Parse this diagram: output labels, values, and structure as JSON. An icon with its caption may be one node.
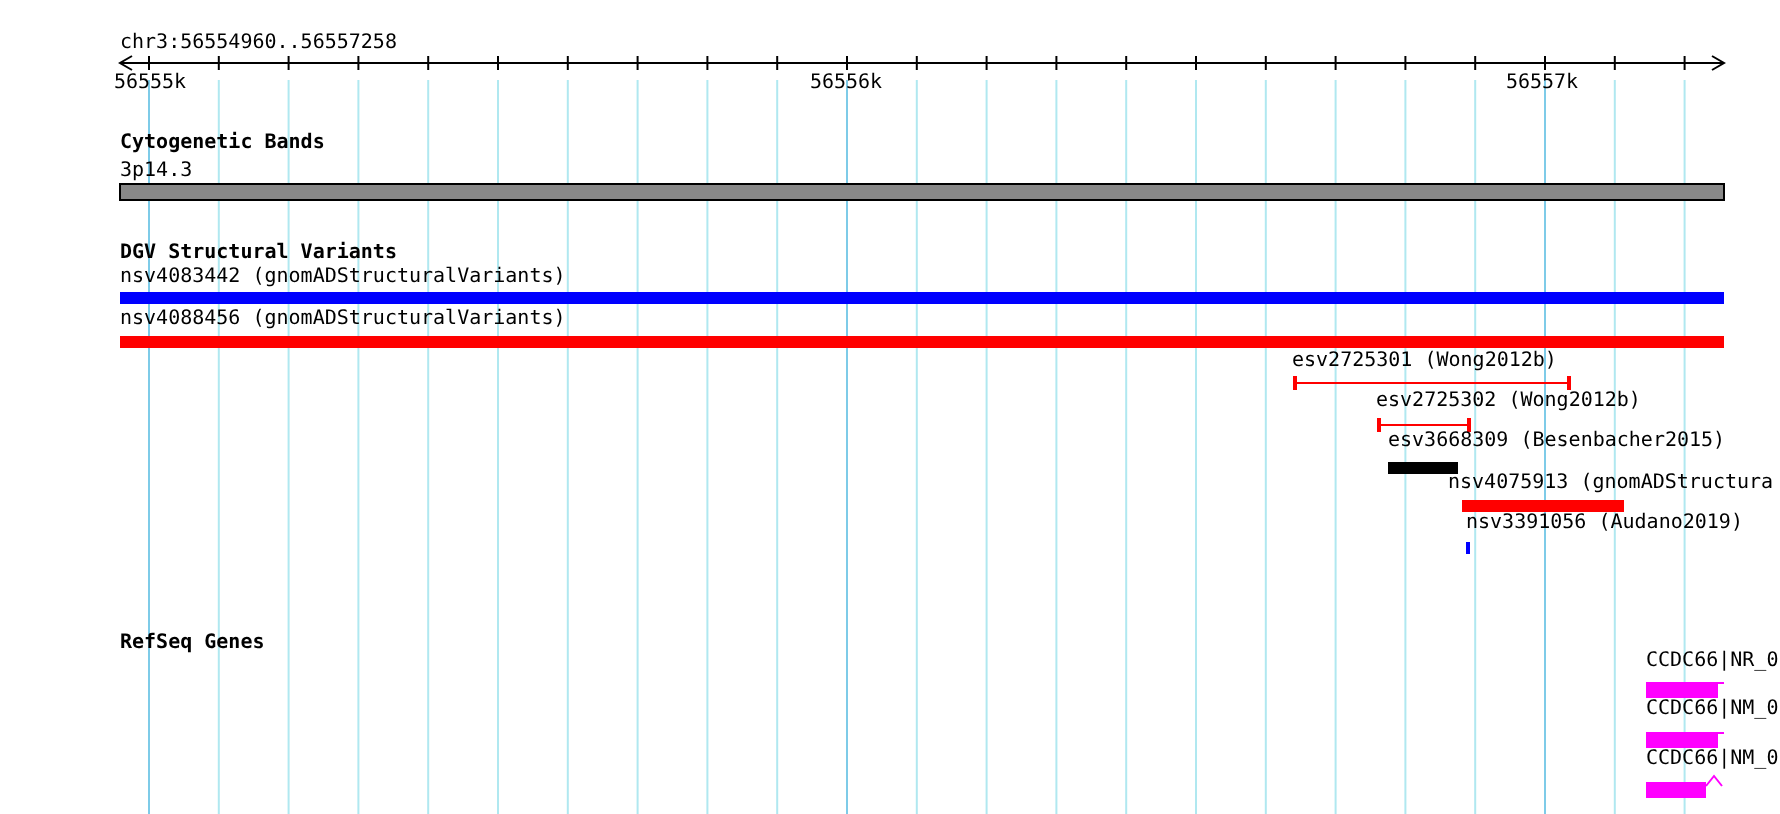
{
  "diagram": {
    "nodes": [
      {
        "text": [
          "3p14.3"
        ]
      },
      {
        "text": [
          "nsv4083442 (gnomADStructuralVariants)"
        ]
      },
      {
        "text": [
          "nsv4088456 (gnomADStructuralVariants)"
        ]
      },
      {
        "text": [
          "esv2725301 (Wong2012b)"
        ]
      },
      {
        "text": [
          "esv2725302 (Wong2012b)"
        ]
      },
      {
        "text": [
          "esv3668309 (Besenbacher2015)"
        ]
      },
      {
        "text": [
          "nsv4075913 (gnomADStructura"
        ]
      },
      {
        "text": [
          "nsv3391056 (Audano2019)"
        ]
      },
      {
        "text": [
          "CCDC66|NR_0"
        ]
      },
      {
        "text": [
          "CCDC66|NM_0"
        ]
      },
      {
        "text": [
          "CCDC66|NM_0"
        ]
      }
    ],
    "labels": [
      "chr3:56554960..56557258",
      "56555k",
      "56556k",
      "56557k",
      "Cytogenetic Bands",
      "DGV Structural Variants",
      "RefSeq Genes"
    ]
  }
}
